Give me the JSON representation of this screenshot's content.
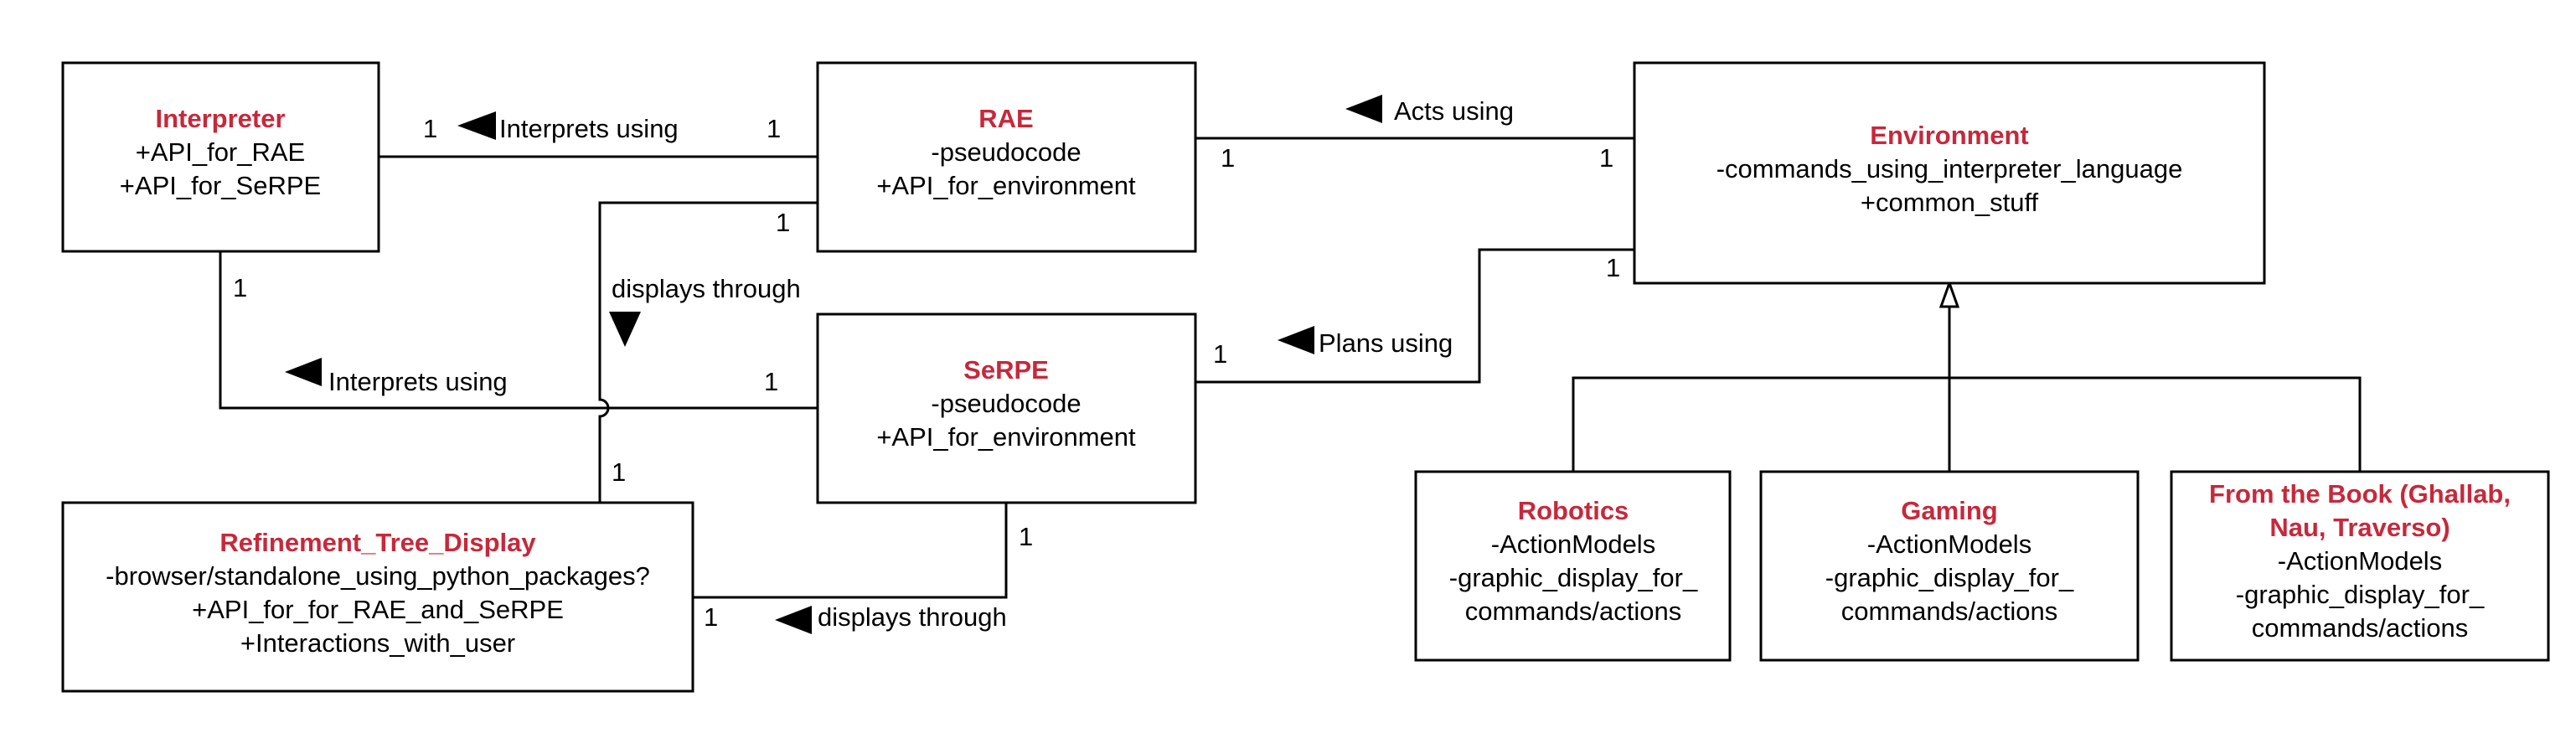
{
  "classes": {
    "interpreter": {
      "name": "Interpreter",
      "attrs": [
        "+API_for_RAE",
        "+API_for_SeRPE"
      ]
    },
    "rae": {
      "name": "RAE",
      "attrs": [
        "-pseudocode",
        "+API_for_environment"
      ]
    },
    "environment": {
      "name": "Environment",
      "attrs": [
        "-commands_using_interpreter_language",
        "+common_stuff"
      ]
    },
    "serpe": {
      "name": "SeRPE",
      "attrs": [
        "-pseudocode",
        "+API_for_environment"
      ]
    },
    "refinement": {
      "name": "Refinement_Tree_Display",
      "attrs": [
        "-browser/standalone_using_python_packages?",
        "+API_for_for_RAE_and_SeRPE",
        "+Interactions_with_user"
      ]
    },
    "robotics": {
      "name": "Robotics",
      "attrs": [
        "-ActionModels",
        "-graphic_display_for_",
        "commands/actions"
      ]
    },
    "gaming": {
      "name": "Gaming",
      "attrs": [
        "-ActionModels",
        "-graphic_display_for_",
        "commands/actions"
      ]
    },
    "book": {
      "name_lines": [
        "From the Book (Ghallab,",
        "Nau, Traverso)"
      ],
      "attrs": [
        "-ActionModels",
        "-graphic_display_for_",
        "commands/actions"
      ]
    }
  },
  "associations": {
    "interpreter_rae": {
      "label": "Interprets using",
      "mult_a": "1",
      "mult_b": "1"
    },
    "rae_environment": {
      "label": "Acts using",
      "mult_a": "1",
      "mult_b": "1"
    },
    "rae_refinement": {
      "label": "displays through",
      "mult_a": "1",
      "mult_b": "1"
    },
    "interpreter_serpe": {
      "label": "Interprets using",
      "mult_a": "1",
      "mult_b": "1"
    },
    "serpe_environment": {
      "label": "Plans using",
      "mult_a": "1",
      "mult_b": "1"
    },
    "serpe_refinement": {
      "label": "displays through",
      "mult_a": "1",
      "mult_b": "1"
    }
  }
}
